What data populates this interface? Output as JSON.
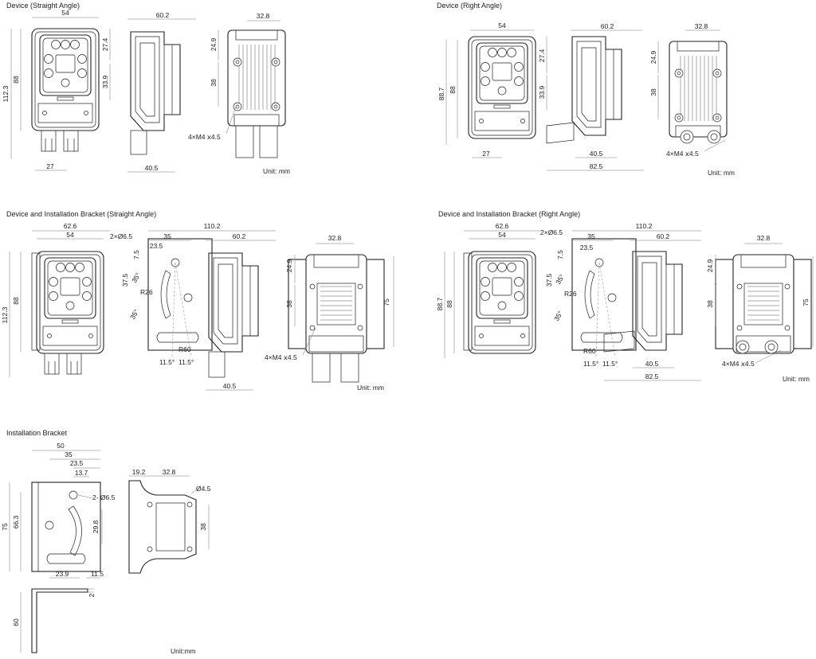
{
  "sections": {
    "device_straight": {
      "title": "Device (Straight Angle)",
      "dims": {
        "w54": "54",
        "h112": "112.3",
        "h88": "88",
        "d27_4": "27.4",
        "d33_9": "33.9",
        "w27": "27",
        "s60_2": "60.2",
        "s40_5": "40.5",
        "r32_8": "32.8",
        "r24_9": "24.9",
        "r38": "38",
        "thread": "4×M4 ⅹ4.5"
      },
      "unit": "Unit: mm"
    },
    "device_right": {
      "title": "Device (Right Angle)",
      "dims": {
        "w54": "54",
        "h88_7": "88.7",
        "h88": "88",
        "d27_4": "27.4",
        "d33_9": "33.9",
        "w27": "27",
        "s60_2": "60.2",
        "s40_5": "40.5",
        "s82_5": "82.5",
        "r32_8": "32.8",
        "r24_9": "24.9",
        "r38": "38",
        "thread": "4×M4 ⅹ4.5"
      },
      "unit": "Unit: mm"
    },
    "bracket_straight": {
      "title": "Device and Installation Bracket (Straight Angle)",
      "dims": {
        "w62_6": "62.6",
        "w54": "54",
        "h112": "112.3",
        "h88": "88",
        "hole": "2×Ø6.5",
        "d35": "35",
        "d23_5": "23.5",
        "d7_5": "7.5",
        "d37_5": "37.5",
        "a35a": "35°",
        "r26": "R26",
        "a35b": "35°",
        "r60": "R60",
        "a11a": "11.5°",
        "a11b": "11.5°",
        "d110": "110.2",
        "s60_2": "60.2",
        "s40_5": "40.5",
        "r32_8": "32.8",
        "r24_9": "24.9",
        "r38": "38",
        "r75": "75",
        "thread": "4×M4 ⅹ4.5"
      },
      "unit": "Unit: mm"
    },
    "bracket_right": {
      "title": "Device and Installation Bracket (Right Angle)",
      "dims": {
        "w62_6": "62.6",
        "w54": "54",
        "h88_7": "88.7",
        "h88": "88",
        "hole": "2×Ø6.5",
        "d35": "35",
        "d23_5": "23.5",
        "d7_5": "7.5",
        "d37_5": "37.5",
        "a35a": "35°",
        "r26": "R26",
        "a35b": "35°",
        "r60": "R60",
        "a11a": "11.5°",
        "a11b": "11.5°",
        "d110": "110.2",
        "s60_2": "60.2",
        "s40_5": "40.5",
        "s82_5": "82.5",
        "r32_8": "32.8",
        "r24_9": "24.9",
        "r38": "38",
        "r75": "75",
        "thread": "4×M4 ⅹ4.5"
      },
      "unit": "Unit: mm"
    },
    "bracket": {
      "title": "Installation Bracket",
      "dims": {
        "d50": "50",
        "d35": "35",
        "d23_5": "23.5",
        "d13_7": "13.7",
        "hole": "2- Ø6.5",
        "h75": "75",
        "h66_3": "66.3",
        "d29_8": "29.8",
        "d23_9": "23.9",
        "d11_5": "11.5",
        "d2": "2",
        "d60": "60",
        "d19_2": "19.2",
        "d32_8": "32.8",
        "d4_5": "Ø4.5",
        "d38": "38"
      },
      "unit": "Unit:mm"
    }
  }
}
